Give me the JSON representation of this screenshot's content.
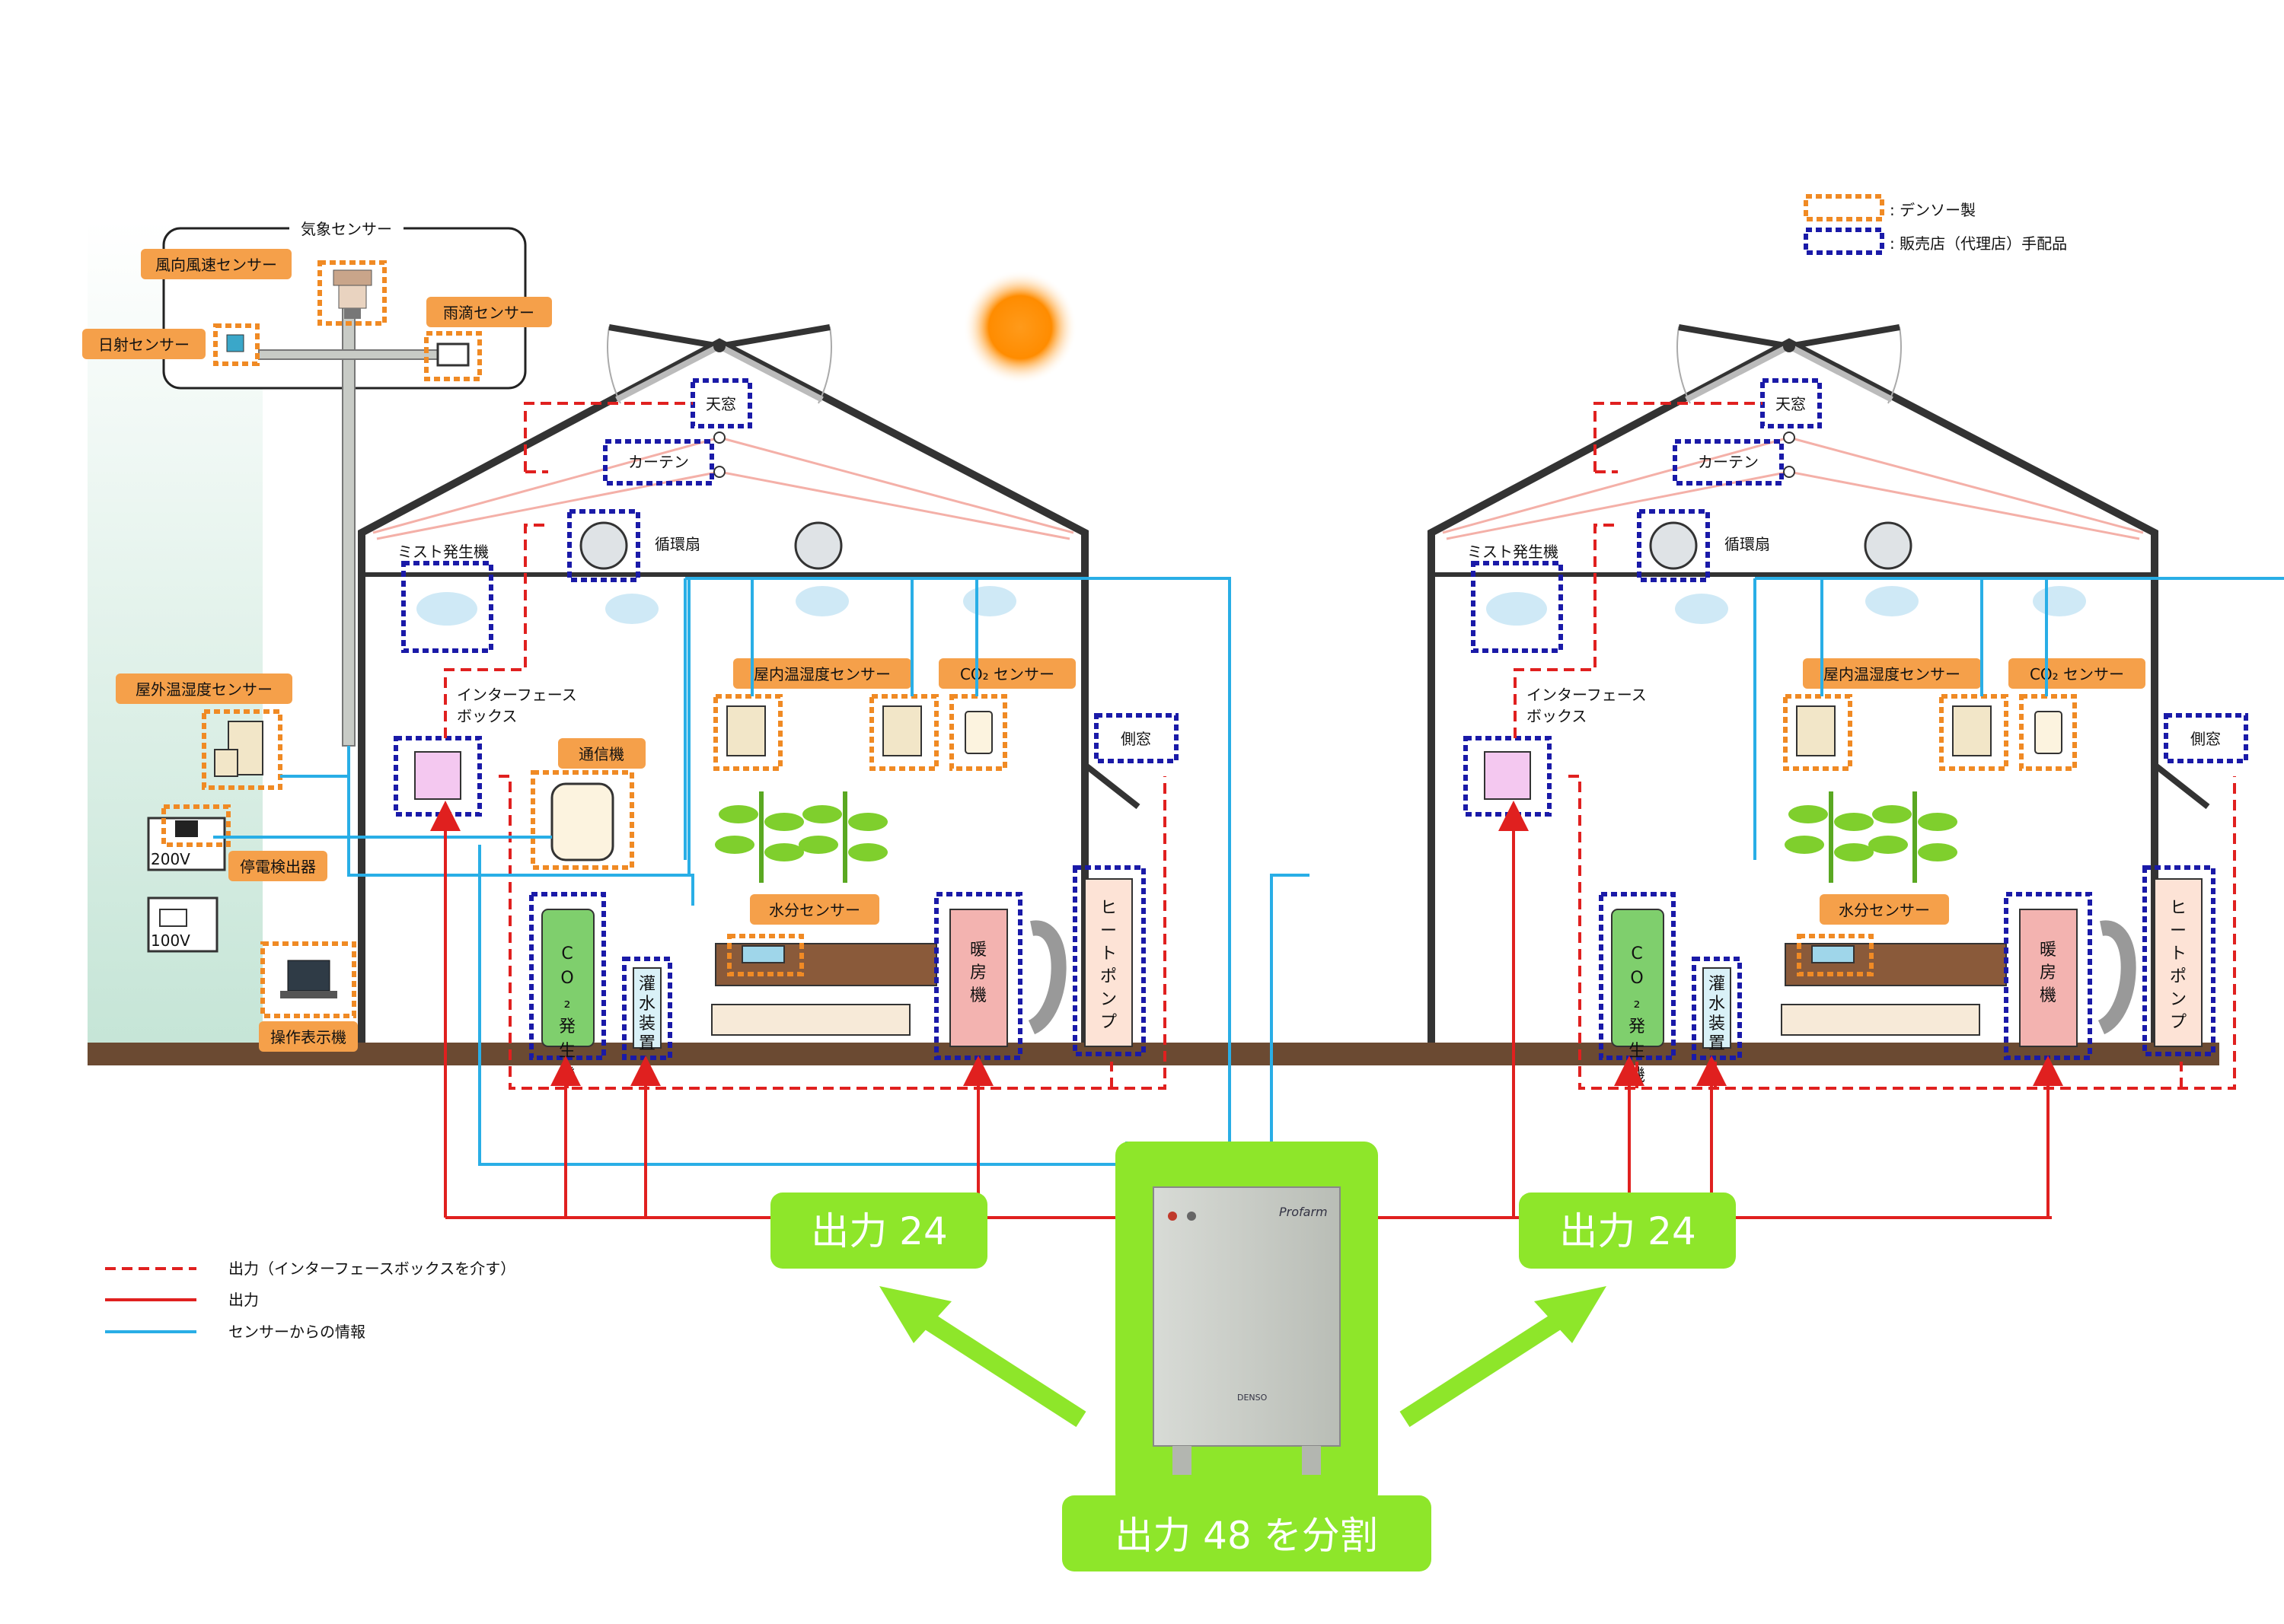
{
  "legend_top": {
    "denso": ": デンソー製",
    "dealer": ": 販売店（代理店）手配品"
  },
  "weather": {
    "group_label": "気象センサー",
    "wind": "風向風速センサー",
    "rain": "雨滴センサー",
    "solar": "日射センサー"
  },
  "outside": {
    "temp_humidity": "屋外温湿度センサー",
    "power_detector": "停電検出器",
    "v200": "200V",
    "v100": "100V",
    "console": "操作表示機",
    "comm": "通信機"
  },
  "house": {
    "skylight": "天窓",
    "curtain": "カーテン",
    "fan": "循環扇",
    "mist": "ミスト発生機",
    "interface_l1": "インターフェース",
    "interface_l2": "ボックス",
    "indoor_sensor": "屋内温湿度センサー",
    "co2_sensor": "CO₂ センサー",
    "side_window": "側窓",
    "co2_gen": "CO₂\n発\n生\n機",
    "irrigation": "灌水装置",
    "moisture": "水分センサー",
    "heater": "暖房機",
    "heatpump": "ヒートポンプ"
  },
  "outputs": {
    "left": "出力 24",
    "right": "出力 24",
    "total": "出力 48 を分割"
  },
  "controller": {
    "brand": "Profarm",
    "maker": "DENSO"
  },
  "legend_bottom": {
    "dashed": "出力（インターフェースボックスを介す）",
    "solid": "出力",
    "blue": "センサーからの情報"
  },
  "colors": {
    "denso_orange": "#f08a24",
    "dealer_blue": "#1a1aa8",
    "output_red": "#e0201f",
    "sensor_blue": "#29aee6",
    "accent_green": "#8ee62a"
  }
}
